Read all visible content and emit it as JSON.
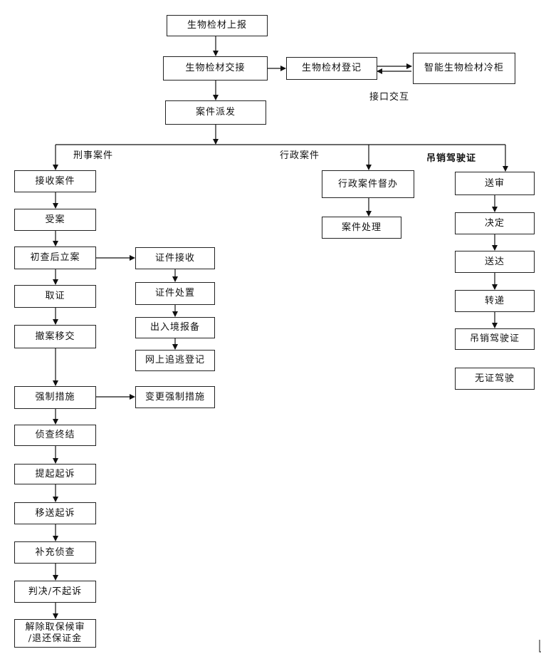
{
  "top": {
    "report": "生物检材上报",
    "handover": "生物检材交接",
    "register": "生物检材登记",
    "freezer": "智能生物检材冷柜",
    "interface": "接口交互",
    "dispatch": "案件派发"
  },
  "branches": {
    "criminal": "刑事案件",
    "admin": "行政案件",
    "revoke": "吊销驾驶证"
  },
  "criminal": {
    "receive": "接收案件",
    "accept": "受案",
    "file": "初查后立案",
    "evidence": "取证",
    "withdraw": "撤案移交",
    "coercive": "强制措施",
    "conclude": "侦查终结",
    "prosecute": "提起起诉",
    "transfer_prosecute": "移送起诉",
    "supplement": "补充侦查",
    "judgment": "判决/不起诉",
    "release": "解除取保候审\n/退还保证金"
  },
  "certificate": {
    "receive": "证件接收",
    "handle": "证件处置",
    "exit_entry": "出入境报备",
    "online_fugitive": "网上追逃登记",
    "change_coercive": "变更强制措施"
  },
  "admin": {
    "supervise": "行政案件督办",
    "process": "案件处理"
  },
  "revoke": {
    "submit": "送审",
    "decide": "决定",
    "deliver": "送达",
    "forward": "转递",
    "revoke_license": "吊销驾驶证",
    "unlicensed": "无证驾驶"
  }
}
